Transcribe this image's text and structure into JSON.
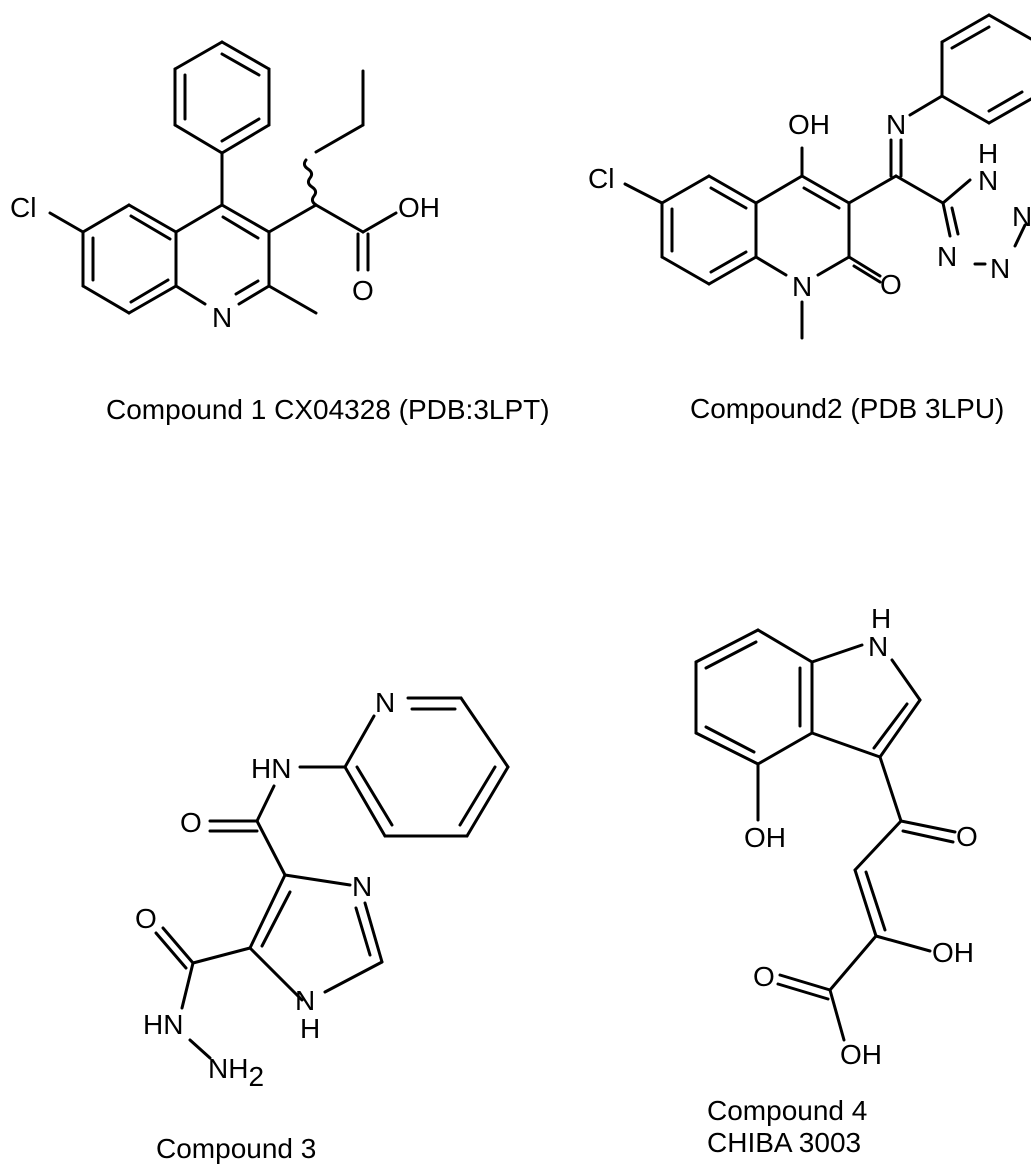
{
  "captions": {
    "compound1": "Compound 1 CX04328 (PDB:3LPT)",
    "compound2": "Compound2 (PDB 3LPU)",
    "compound3": "Compound 3",
    "compound4_line1": "Compound 4",
    "compound4_line2": "CHIBA 3003"
  },
  "atoms": {
    "cl": "Cl",
    "n": "N",
    "o": "O",
    "oh": "OH",
    "h": "H",
    "hn": "HN",
    "nh": "NH",
    "two": "2"
  }
}
